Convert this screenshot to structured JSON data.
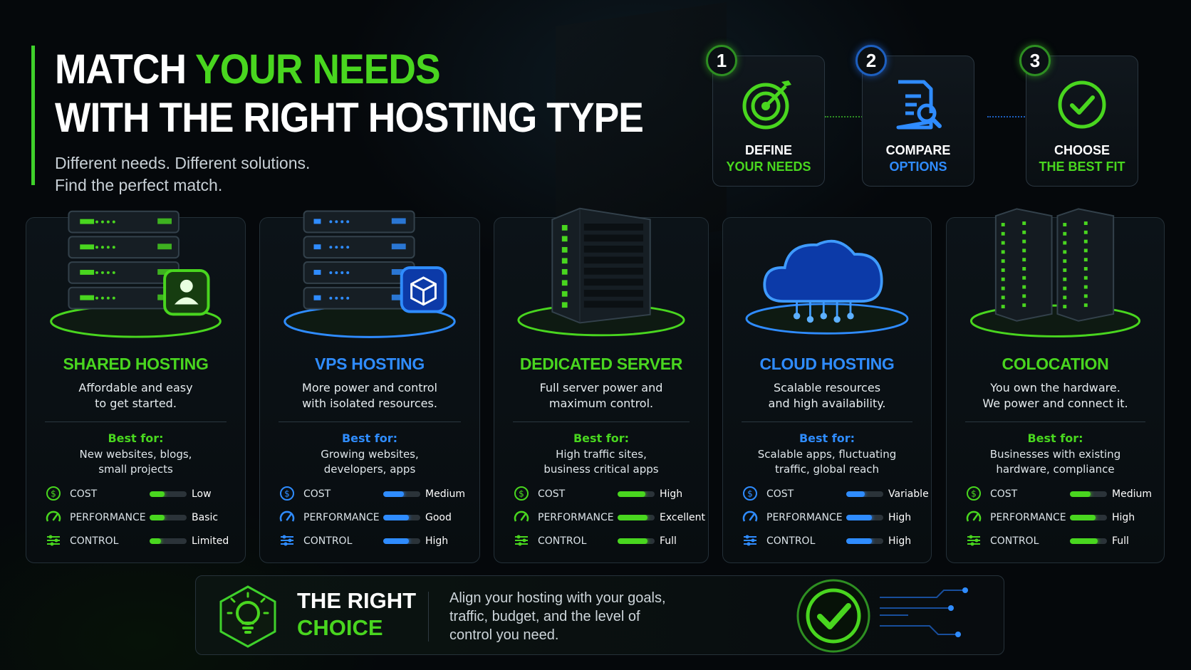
{
  "header": {
    "title_part1": "MATCH ",
    "title_part2": "YOUR NEEDS",
    "title_line2": "WITH THE RIGHT HOSTING TYPE",
    "subtitle_line1": "Different needs. Different solutions.",
    "subtitle_line2": "Find the perfect match."
  },
  "steps": [
    {
      "num": "1",
      "line1": "DEFINE",
      "line2": "YOUR NEEDS",
      "icon": "target-icon",
      "color": "#49d61f"
    },
    {
      "num": "2",
      "line1": "COMPARE",
      "line2": "OPTIONS",
      "icon": "document-search-icon",
      "color": "#2f8cff"
    },
    {
      "num": "3",
      "line1": "CHOOSE",
      "line2": "THE BEST FIT",
      "icon": "check-circle-icon",
      "color": "#49d61f"
    }
  ],
  "metric_labels": {
    "cost": "COST",
    "performance": "PERFORMANCE",
    "control": "CONTROL"
  },
  "best_for_label": "Best for:",
  "cards": [
    {
      "title": "SHARED HOSTING",
      "accent": "#49d61f",
      "desc": "Affordable and easy\nto get started.",
      "best_for": "New websites, blogs,\nsmall projects",
      "cost": "Low",
      "cost_level": 0.4,
      "performance": "Basic",
      "performance_level": 0.4,
      "control": "Limited",
      "control_level": 0.3
    },
    {
      "title": "VPS HOSTING",
      "accent": "#2f8cff",
      "desc": "More power and control\nwith isolated resources.",
      "best_for": "Growing websites,\ndevelopers, apps",
      "cost": "Medium",
      "cost_level": 0.55,
      "performance": "Good",
      "performance_level": 0.7,
      "control": "High",
      "control_level": 0.7
    },
    {
      "title": "DEDICATED SERVER",
      "accent": "#49d61f",
      "desc": "Full server power and\nmaximum control.",
      "best_for": "High traffic sites,\nbusiness critical apps",
      "cost": "High",
      "cost_level": 0.75,
      "performance": "Excellent",
      "performance_level": 0.8,
      "control": "Full",
      "control_level": 0.8
    },
    {
      "title": "CLOUD HOSTING",
      "accent": "#2f8cff",
      "desc": "Scalable resources\nand high availability.",
      "best_for": "Scalable apps, fluctuating\ntraffic, global reach",
      "cost": "Variable",
      "cost_level": 0.5,
      "performance": "High",
      "performance_level": 0.7,
      "control": "High",
      "control_level": 0.7
    },
    {
      "title": "COLOCATION",
      "accent": "#49d61f",
      "desc": "You own the hardware.\nWe power and connect it.",
      "best_for": "Businesses with existing\nhardware, compliance",
      "cost": "Medium",
      "cost_level": 0.55,
      "performance": "High",
      "performance_level": 0.7,
      "control": "Full",
      "control_level": 0.75
    }
  ],
  "banner": {
    "title_line1": "THE RIGHT",
    "title_line2": "CHOICE",
    "text": "Align your hosting with your goals,\ntraffic, budget, and the level of\ncontrol you need."
  },
  "colors": {
    "green": "#49d61f",
    "blue": "#2f8cff",
    "background": "#05080b"
  }
}
